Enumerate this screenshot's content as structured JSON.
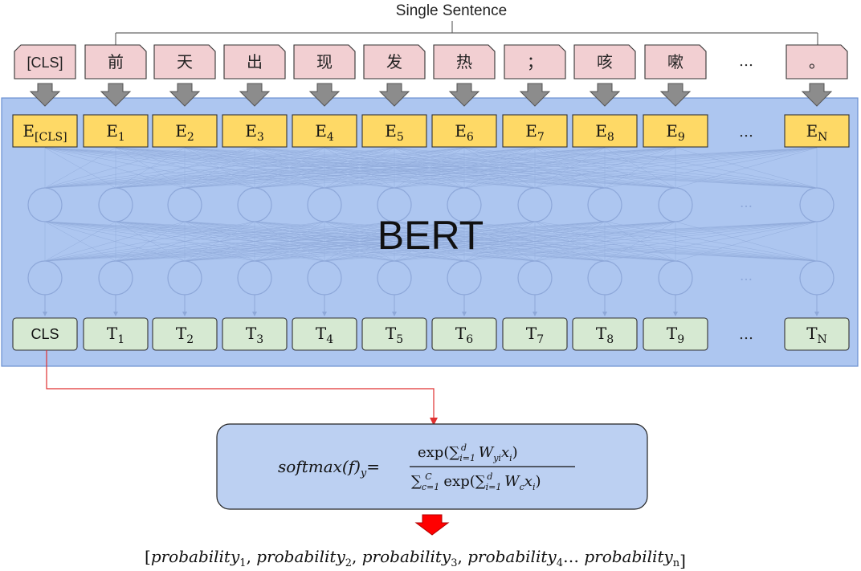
{
  "header": {
    "title": "Single Sentence"
  },
  "input_tokens": [
    "[CLS]",
    "前",
    "天",
    "出",
    "现",
    "发",
    "热",
    "；",
    "咳",
    "嗽",
    "…",
    "。"
  ],
  "embeddings": [
    {
      "base": "E",
      "sub": "[CLS]"
    },
    {
      "base": "E",
      "sub": "1"
    },
    {
      "base": "E",
      "sub": "2"
    },
    {
      "base": "E",
      "sub": "3"
    },
    {
      "base": "E",
      "sub": "4"
    },
    {
      "base": "E",
      "sub": "5"
    },
    {
      "base": "E",
      "sub": "6"
    },
    {
      "base": "E",
      "sub": "7"
    },
    {
      "base": "E",
      "sub": "8"
    },
    {
      "base": "E",
      "sub": "9"
    },
    {
      "base": "…",
      "sub": ""
    },
    {
      "base": "E",
      "sub": "N"
    }
  ],
  "outputs": [
    {
      "base": "CLS",
      "sub": ""
    },
    {
      "base": "T",
      "sub": "1"
    },
    {
      "base": "T",
      "sub": "2"
    },
    {
      "base": "T",
      "sub": "3"
    },
    {
      "base": "T",
      "sub": "4"
    },
    {
      "base": "T",
      "sub": "5"
    },
    {
      "base": "T",
      "sub": "6"
    },
    {
      "base": "T",
      "sub": "7"
    },
    {
      "base": "T",
      "sub": "8"
    },
    {
      "base": "T",
      "sub": "9"
    },
    {
      "base": "…",
      "sub": ""
    },
    {
      "base": "T",
      "sub": "N"
    }
  ],
  "hidden_ellipsis": "…",
  "model": {
    "label": "BERT"
  },
  "softmax": {
    "lhs": "softmax(f)",
    "lhs_sub": "y",
    "equals": "=",
    "numerator": "exp(∑ W x )",
    "denominator": "∑ exp(∑ W x )"
  },
  "result": {
    "prefix": "[",
    "items": [
      {
        "base": "probability",
        "sub": "1",
        "sep": ", "
      },
      {
        "base": "probability",
        "sub": "2",
        "sep": ", "
      },
      {
        "base": "probability",
        "sub": "3",
        "sep": ", "
      },
      {
        "base": "probability",
        "sub": "4",
        "sep": "… "
      },
      {
        "base": "probability",
        "sub": "n",
        "sep": ""
      }
    ],
    "suffix": "]"
  },
  "colors": {
    "token_fill": "#f2cfd2",
    "embed_fill": "#fed966",
    "output_fill": "#d6e9d2",
    "bert_fill": "#adc6f0",
    "node_stroke": "#8da7d9",
    "arrow_gray": "#8c8c8c",
    "red_line": "#e03030",
    "red_arrow": "#ff0000"
  }
}
